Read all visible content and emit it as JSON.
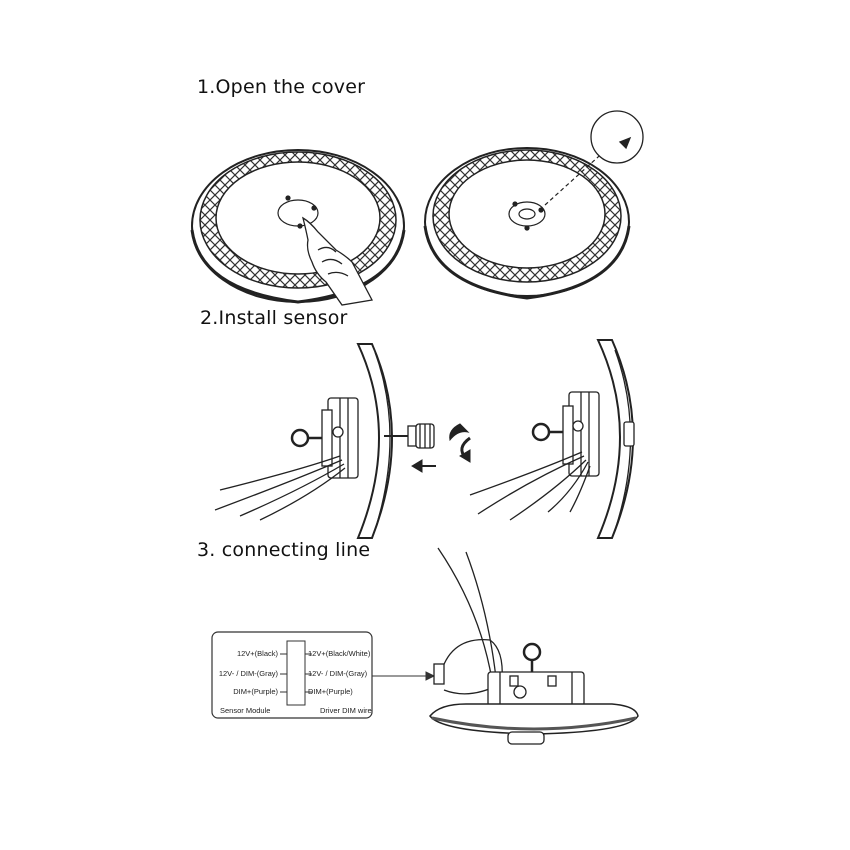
{
  "steps": [
    {
      "title": "1.Open the cover"
    },
    {
      "title": "2.Install sensor"
    },
    {
      "title": "3. connecting line"
    }
  ],
  "wiring": {
    "left_labels": [
      "12V+(Black)",
      "12V- / DIM-(Gray)",
      "DIM+(Purple)"
    ],
    "right_labels": [
      "12V+(Black/White)",
      "12V- / DIM-(Gray)",
      "DIM+(Purple)"
    ],
    "left_caption": "Sensor Module",
    "right_caption": "Driver DIM wire"
  },
  "icons": [
    "hand-pointer-icon",
    "rotate-arrow-icon",
    "left-arrow-icon"
  ],
  "colors": {
    "line": "#222222",
    "fill": "#ffffff",
    "shade": "#555555"
  }
}
